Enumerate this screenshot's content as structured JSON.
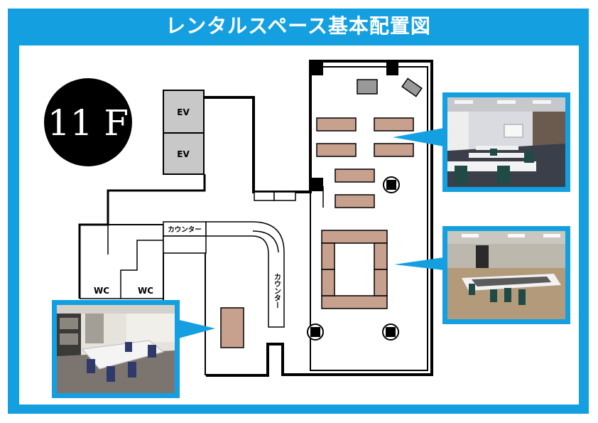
{
  "header": {
    "title": "レンタルスペース基本配置図"
  },
  "floor": {
    "label": "11 F"
  },
  "rooms": {
    "elevator_1": "EV",
    "elevator_2": "EV",
    "wc_1": "WC",
    "wc_2": "WC",
    "counter_top": "カウンター",
    "counter_side": "カウンター"
  },
  "colors": {
    "frame_blue": "#14a0e0",
    "table_fill": "#c8a08e",
    "ev_fill": "#c8c8c8",
    "wall": "#000000"
  },
  "photos": {
    "top_right": "classroom-layout-photo",
    "middle_right": "hollow-square-layout-photo",
    "bottom_left": "meeting-room-photo"
  }
}
